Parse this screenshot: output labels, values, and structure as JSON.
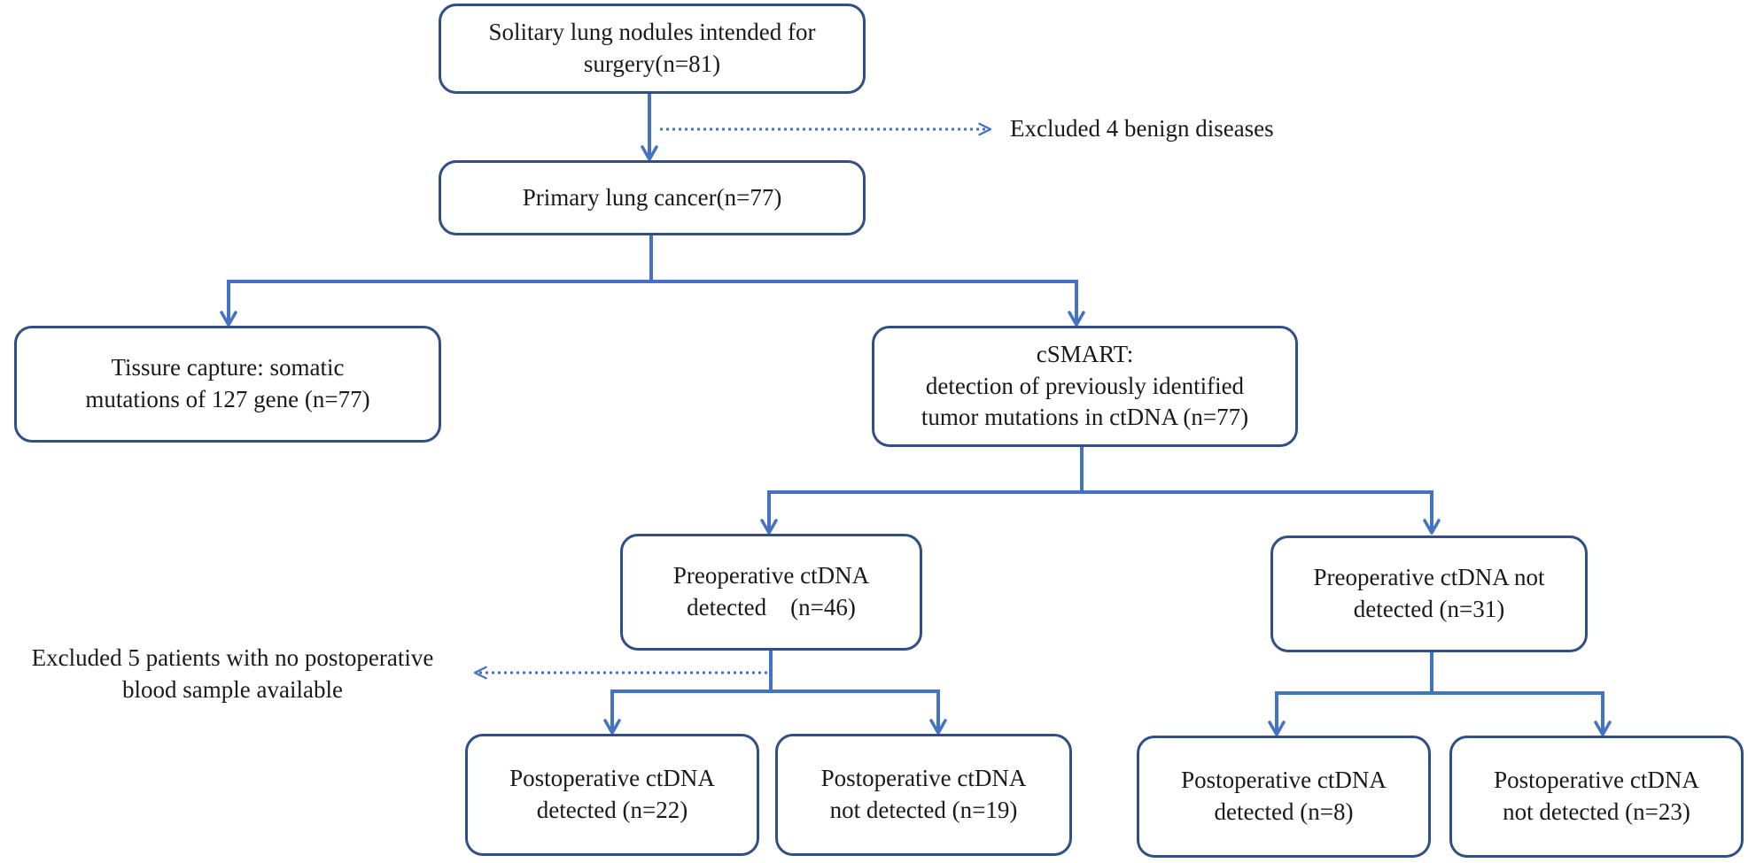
{
  "flowchart": {
    "nodes": [
      {
        "id": "screening",
        "lines": [
          "Solitary lung nodules intended for",
          "surgery(n=81)"
        ]
      },
      {
        "id": "primary",
        "lines": [
          "Primary lung cancer(n=77)"
        ]
      },
      {
        "id": "tissue",
        "lines": [
          "Tissure capture: somatic",
          "mutations of 127 gene (n=77)"
        ]
      },
      {
        "id": "csmart",
        "lines": [
          "cSMART:",
          "detection of previously identified",
          "tumor mutations in ctDNA (n=77)"
        ]
      },
      {
        "id": "pre-detected",
        "lines": [
          "Preoperative ctDNA",
          "detected    (n=46)"
        ]
      },
      {
        "id": "pre-not-detected",
        "lines": [
          "Preoperative ctDNA not",
          "detected (n=31)"
        ]
      },
      {
        "id": "post-det-det",
        "lines": [
          "Postoperative ctDNA",
          "detected (n=22)"
        ]
      },
      {
        "id": "post-det-notdet",
        "lines": [
          "Postoperative ctDNA",
          "not detected (n=19)"
        ]
      },
      {
        "id": "post-notdet-det",
        "lines": [
          "Postoperative ctDNA",
          "detected (n=8)"
        ]
      },
      {
        "id": "post-notdet-notdet",
        "lines": [
          "Postoperative ctDNA",
          "not detected (n=23)"
        ]
      }
    ],
    "exclusions": [
      {
        "id": "excluded-benign",
        "lines": [
          "Excluded 4 benign diseases"
        ]
      },
      {
        "id": "excluded-no-sample",
        "lines": [
          "Excluded 5 patients with no postoperative",
          "blood sample available"
        ]
      }
    ],
    "edges": [
      {
        "from": "screening",
        "to": "primary",
        "style": "solid"
      },
      {
        "from": "screening",
        "to": "excluded-benign",
        "style": "dotted"
      },
      {
        "from": "primary",
        "to": "tissue",
        "style": "solid"
      },
      {
        "from": "primary",
        "to": "csmart",
        "style": "solid"
      },
      {
        "from": "csmart",
        "to": "pre-detected",
        "style": "solid"
      },
      {
        "from": "csmart",
        "to": "pre-not-detected",
        "style": "solid"
      },
      {
        "from": "pre-detected",
        "to": "excluded-no-sample",
        "style": "dotted"
      },
      {
        "from": "pre-detected",
        "to": "post-det-det",
        "style": "solid"
      },
      {
        "from": "pre-detected",
        "to": "post-det-notdet",
        "style": "solid"
      },
      {
        "from": "pre-not-detected",
        "to": "post-notdet-det",
        "style": "solid"
      },
      {
        "from": "pre-not-detected",
        "to": "post-notdet-notdet",
        "style": "solid"
      }
    ],
    "colors": {
      "box_border": "#2f4f86",
      "connector": "#4472c4",
      "text": "#1a1a1a",
      "background": "#ffffff"
    }
  }
}
